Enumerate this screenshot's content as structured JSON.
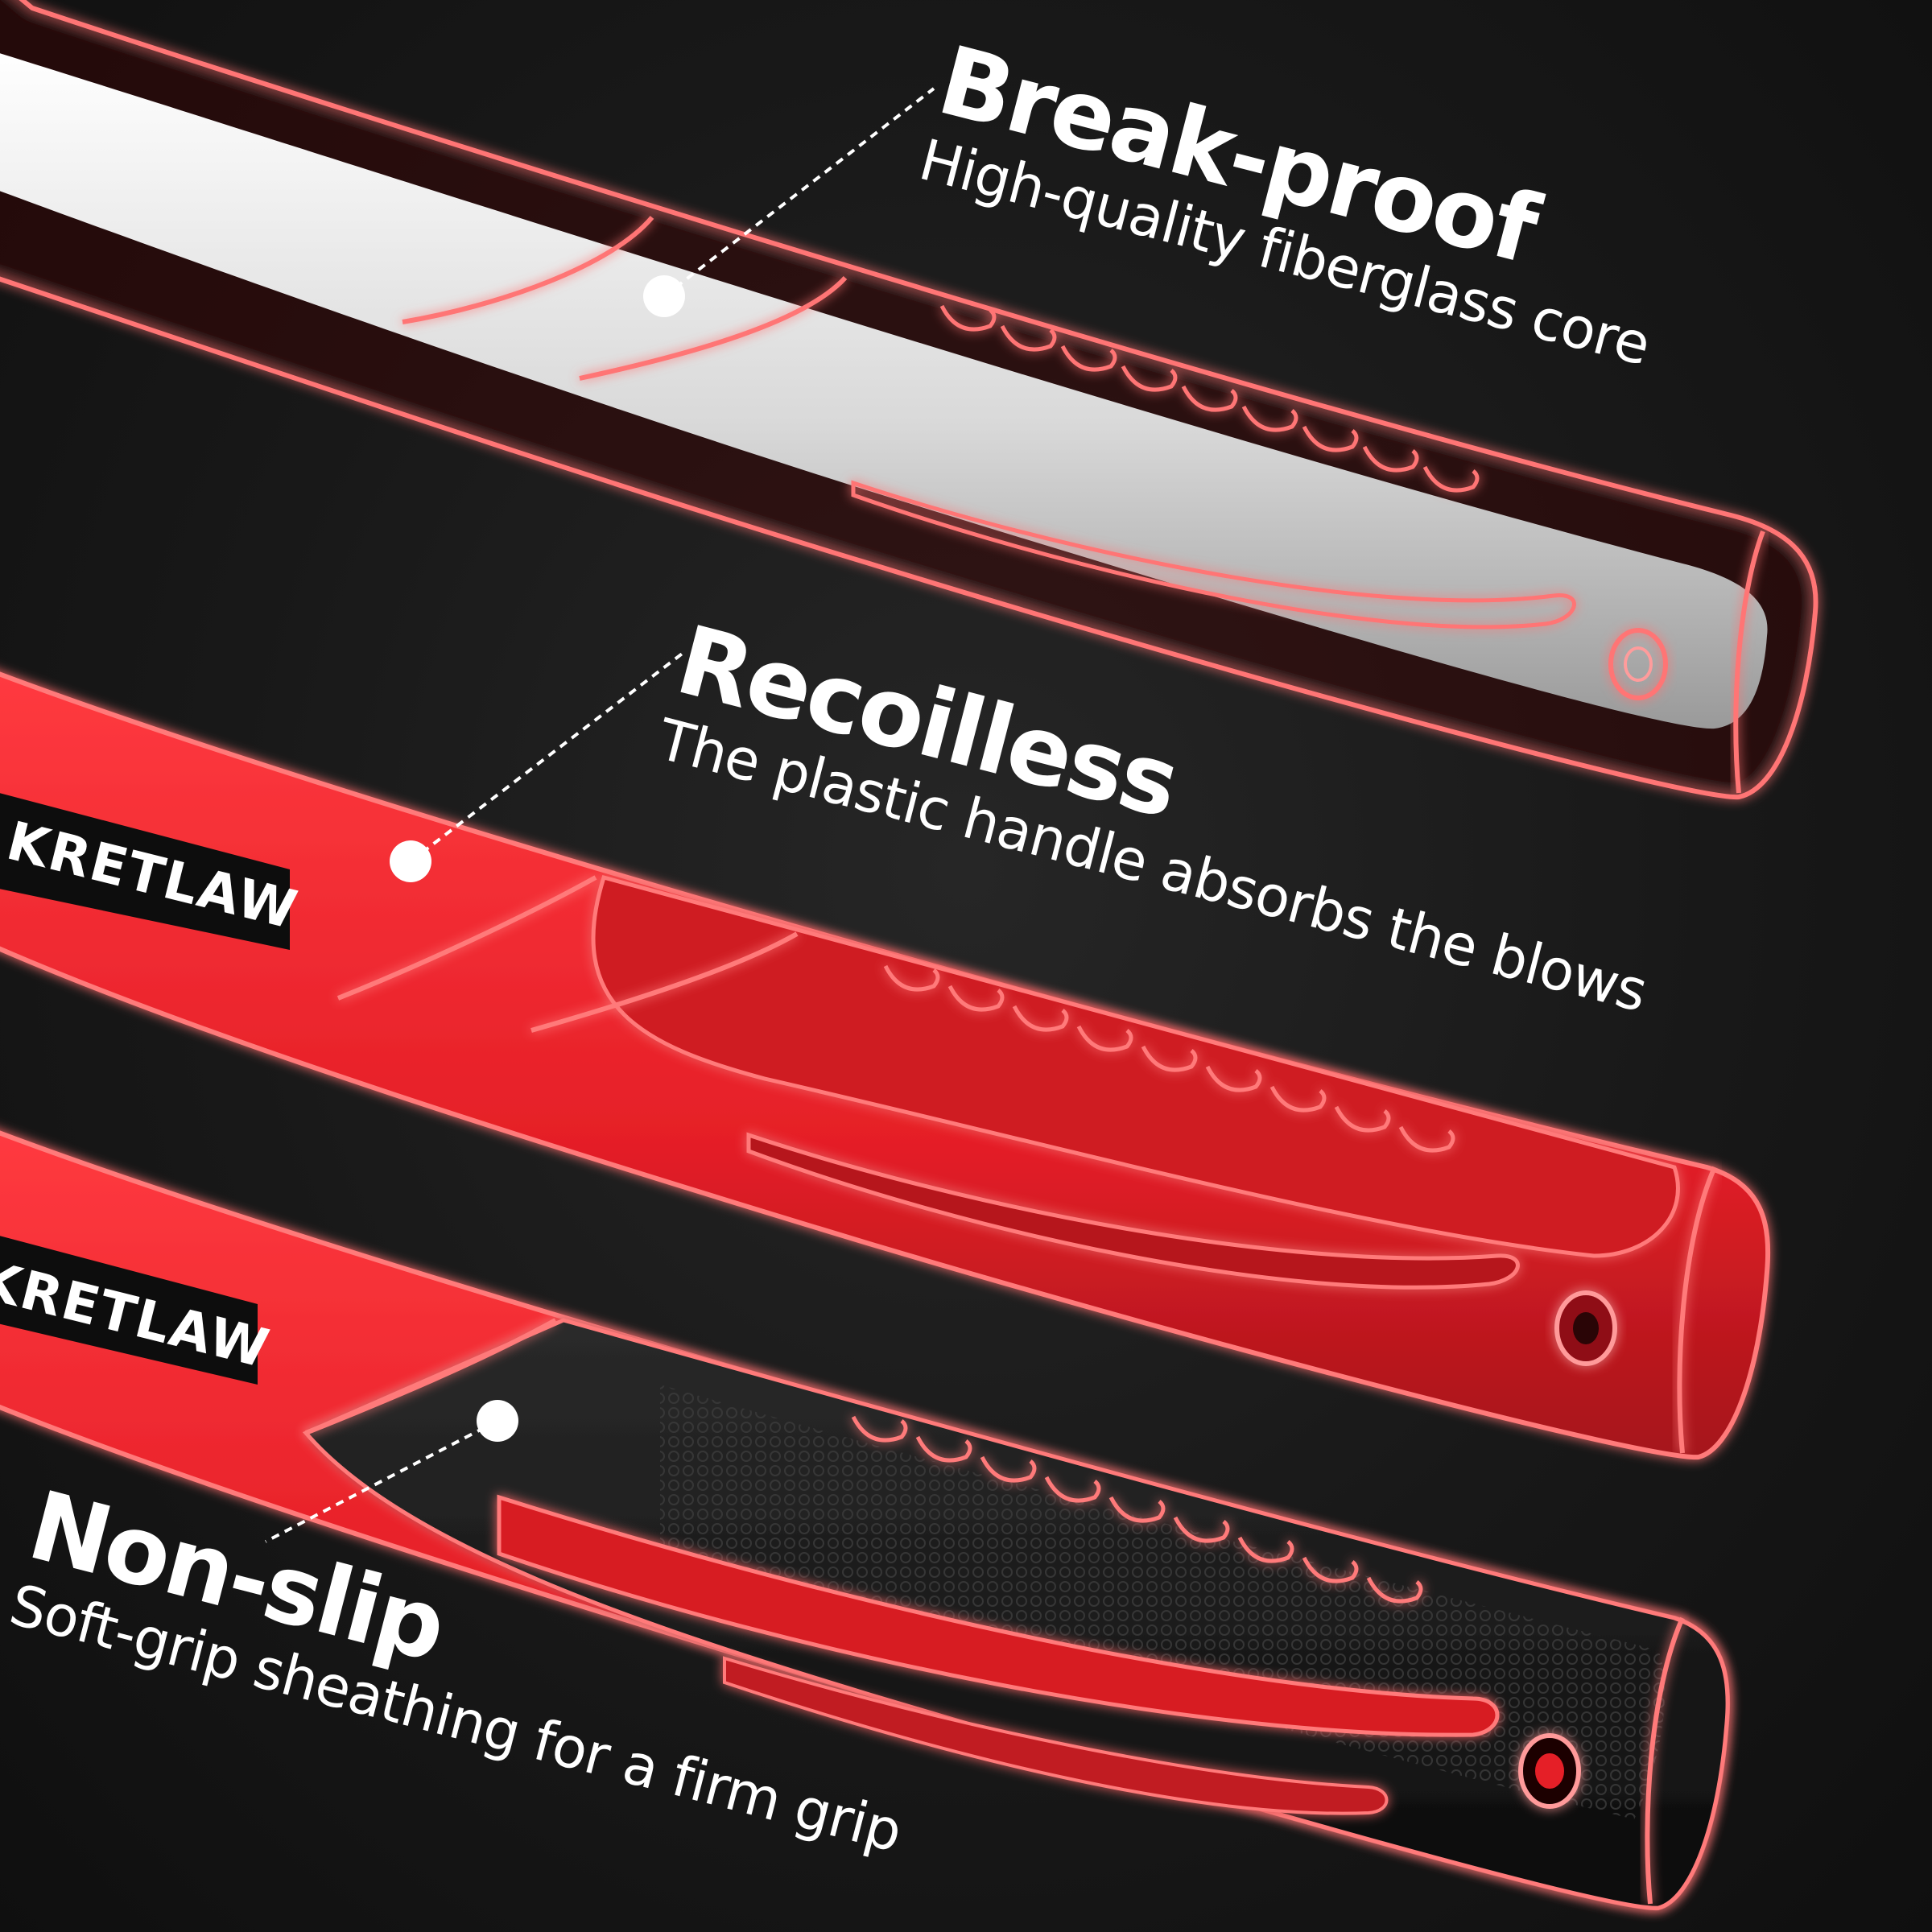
{
  "brand": "KRETLAW",
  "colors": {
    "background": "#151515",
    "outline_glow": "#ff6a6a",
    "handle_red": "#e8242b",
    "core_white": "#f2f2f2",
    "grip_black": "#1a1a1a"
  },
  "callouts": [
    {
      "title": "Break-proof",
      "subtitle": "High-quality fiberglass core"
    },
    {
      "title": "Recoilless",
      "subtitle": "The plastic handle absorbs the blows"
    },
    {
      "title": "Non-slip",
      "subtitle": "Soft-grip sheathing for a firm grip"
    }
  ]
}
